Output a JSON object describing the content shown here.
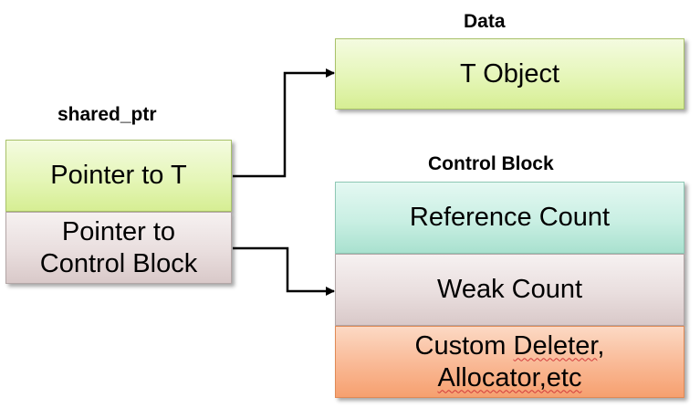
{
  "headings": {
    "data": "Data",
    "shared_ptr": "shared_ptr",
    "control_block": "Control Block"
  },
  "boxes": {
    "t_object": "T Object",
    "pointer_to_t": "Pointer to T",
    "pointer_to_control_line1": "Pointer to",
    "pointer_to_control_line2": "Control Block",
    "reference_count": "Reference Count",
    "weak_count": "Weak Count",
    "custom_deleter_word1": "Custom",
    "custom_deleter_word2": "Deleter",
    "custom_deleter_punct": ",",
    "allocator_text": "Allocator,etc"
  },
  "colors": {
    "green_fill": "#e5f6b8",
    "mauve_fill": "#e9dede",
    "teal_fill": "#c9efe3",
    "orange_fill": "#f9b894",
    "connector": "#000000"
  }
}
